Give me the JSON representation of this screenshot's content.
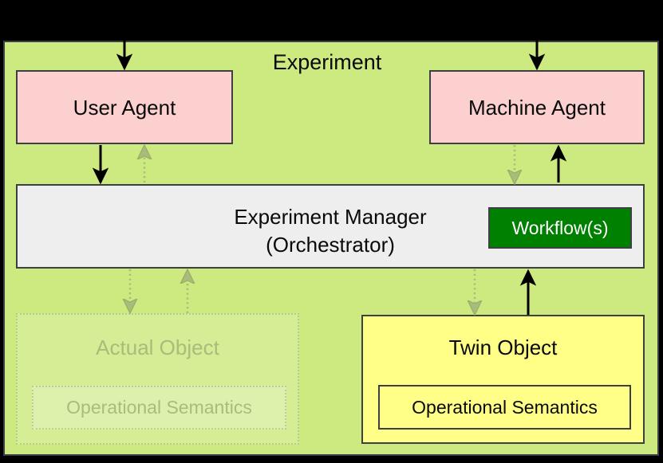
{
  "diagram": {
    "title": "Experiment",
    "container": {
      "name": "Experiment",
      "fill": "#cdea81",
      "stroke": "#3c4043"
    },
    "nodes": {
      "user_agent": {
        "label": "User Agent",
        "fill": "#fdd0d0",
        "stroke": "#3c4043"
      },
      "machine_agent": {
        "label": "Machine Agent",
        "fill": "#fdd0d0",
        "stroke": "#3c4043"
      },
      "experiment_manager": {
        "label_line1": "Experiment Manager",
        "label_line2": "(Orchestrator)",
        "fill": "#eeeeee",
        "stroke": "#3c4043"
      },
      "workflows": {
        "label": "Workflow(s)",
        "fill": "#008000",
        "text_color": "#ffffff",
        "stroke": "#3c4043"
      },
      "actual_object": {
        "label": "Actual Object",
        "semantics_label": "Operational Semantics",
        "state": "faded",
        "border_style": "dotted",
        "text_color": "#a9bc7c"
      },
      "twin_object": {
        "label": "Twin Object",
        "semantics_label": "Operational Semantics",
        "fill": "#ffff88",
        "stroke": "#3c4043"
      }
    },
    "edges": [
      {
        "name": "external-to-user-agent",
        "from": "external",
        "to": "user_agent",
        "style": "solid",
        "color": "#000000",
        "direction": "down"
      },
      {
        "name": "external-to-machine-agent",
        "from": "external",
        "to": "machine_agent",
        "style": "solid",
        "color": "#000000",
        "direction": "down"
      },
      {
        "name": "user-agent-to-manager",
        "from": "user_agent",
        "to": "experiment_manager",
        "style": "solid",
        "color": "#000000",
        "direction": "down"
      },
      {
        "name": "manager-to-user-agent",
        "from": "experiment_manager",
        "to": "user_agent",
        "style": "dotted",
        "color": "#a9bc7c",
        "direction": "up"
      },
      {
        "name": "machine-agent-to-manager",
        "from": "machine_agent",
        "to": "experiment_manager",
        "style": "dotted",
        "color": "#a9bc7c",
        "direction": "down"
      },
      {
        "name": "manager-to-machine-agent",
        "from": "experiment_manager",
        "to": "machine_agent",
        "style": "solid",
        "color": "#000000",
        "direction": "up"
      },
      {
        "name": "manager-to-actual-object",
        "from": "experiment_manager",
        "to": "actual_object",
        "style": "dotted",
        "color": "#a9bc7c",
        "direction": "down"
      },
      {
        "name": "actual-object-to-manager",
        "from": "actual_object",
        "to": "experiment_manager",
        "style": "dotted",
        "color": "#a9bc7c",
        "direction": "up"
      },
      {
        "name": "manager-to-twin-object",
        "from": "experiment_manager",
        "to": "twin_object",
        "style": "dotted",
        "color": "#a9bc7c",
        "direction": "down"
      },
      {
        "name": "twin-object-to-manager",
        "from": "twin_object",
        "to": "experiment_manager",
        "style": "solid",
        "color": "#000000",
        "direction": "up"
      }
    ]
  }
}
